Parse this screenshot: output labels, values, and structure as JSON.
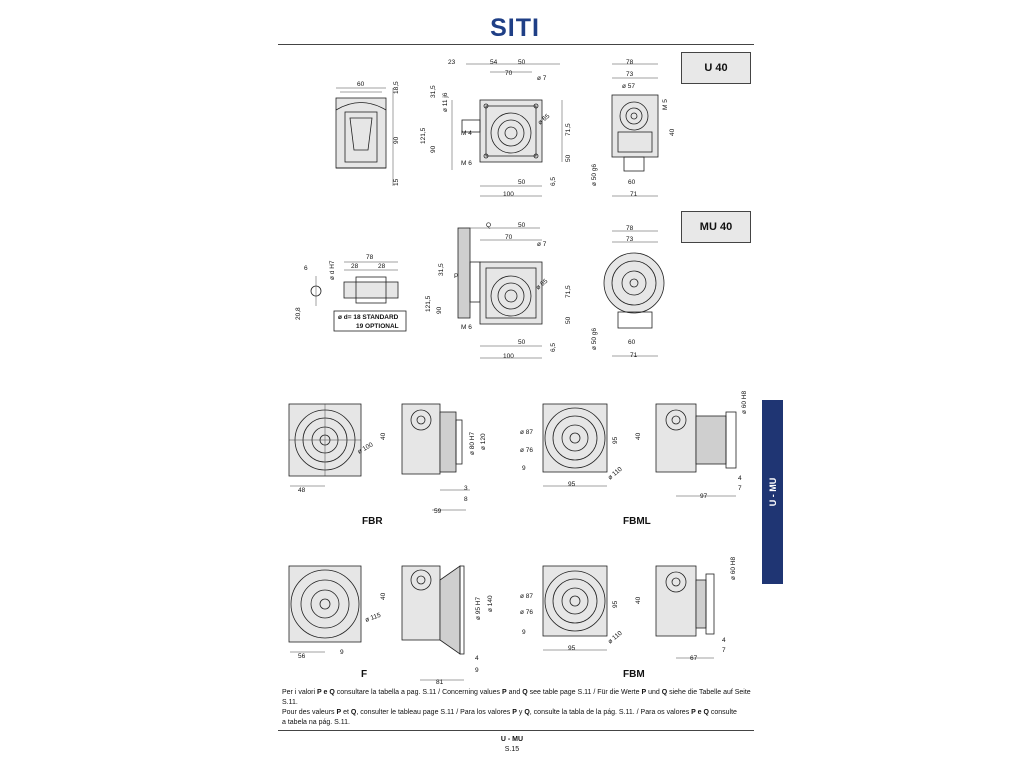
{
  "header": {
    "logo": "SITI"
  },
  "labels": {
    "u40": "U 40",
    "mu40": "MU 40"
  },
  "side_tab": "U - MU",
  "figures": {
    "fbr": "FBR",
    "fbml": "FBML",
    "f": "F",
    "fbm": "FBM"
  },
  "insert": {
    "line1": "ø d= 18 STANDARD",
    "line2": "19 OPTIONAL"
  },
  "note": {
    "p1a": "Per i valori ",
    "pq_bold1": "P e Q",
    "p1b": " consultare la tabella a pag. S.11 / Concerning values ",
    "pq_bold2": "P",
    "p1c": " and ",
    "pq_bold3": "Q",
    "p1d": " see table page S.11 / Für die Werte ",
    "pq_bold4": "P",
    "p1e": " und ",
    "pq_bold5": "Q",
    "p1f": " siehe die Tabelle auf Seite S.11.",
    "p2a": "Pour des valeurs ",
    "pq_bold6": "P",
    "p2b": " et ",
    "pq_bold7": "Q",
    "p2c": ", consulter le tableau page S.11 / Para los valores ",
    "pq_bold8": "P",
    "p2d": " y ",
    "pq_bold9": "Q",
    "p2e": ", consulte la tabla de la pág. S.11. / Para os valores ",
    "pq_bold10": "P e Q",
    "p2f": " consulte",
    "p3": "a tabela na pág. S.11."
  },
  "footer": {
    "title": "U - MU",
    "page": "S.15"
  },
  "dims": {
    "u40_side_top": "60",
    "u40_side_h1": "18,5",
    "u40_side_h2": "90",
    "u40_side_h3": "15",
    "u40_f_23": "23",
    "u40_f_54": "54",
    "u40_f_50": "50",
    "u40_f_70": "70",
    "u40_f_o7": "ø 7",
    "u40_f_315": "31,5",
    "u40_f_o11": "ø 11 j6",
    "u40_f_1215": "121,5",
    "u40_f_90": "90",
    "u40_f_m4": "M 4",
    "u40_f_o65": "ø 65",
    "u40_f_715": "71,5",
    "u40_f_m6": "M 6",
    "u40_f_50b": "50",
    "u40_f_50c": "50",
    "u40_f_65": "6,5",
    "u40_f_100": "100",
    "u40_e_78": "78",
    "u40_e_73": "73",
    "u40_e_o57": "ø 57",
    "u40_e_m5": "M 5",
    "u40_e_40": "40",
    "u40_e_o50": "ø 50 g6",
    "u40_e_60": "60",
    "u40_e_71": "71",
    "mu40_k_78": "78",
    "mu40_k_28a": "28",
    "mu40_k_28b": "28",
    "mu40_k_6": "6",
    "mu40_k_od": "ø d H7",
    "mu40_k_208": "20,8",
    "mu40_f_q": "Q",
    "mu40_f_50": "50",
    "mu40_f_70": "70",
    "mu40_f_o7": "ø 7",
    "mu40_f_315": "31,5",
    "mu40_f_p": "P",
    "mu40_f_1215": "121,5",
    "mu40_f_90": "90",
    "mu40_f_o65": "ø 65",
    "mu40_f_715": "71,5",
    "mu40_f_m6": "M 6",
    "mu40_f_50b": "50",
    "mu40_f_50c": "50",
    "mu40_f_65": "6,5",
    "mu40_f_100": "100",
    "mu40_e_78": "78",
    "mu40_e_73": "73",
    "mu40_e_o50": "ø 50 g6",
    "mu40_e_60": "60",
    "mu40_e_71": "71",
    "fbr_o100": "ø 100",
    "fbr_48": "48",
    "fbr_40": "40",
    "fbr_o80": "ø 80 H7",
    "fbr_o120": "ø 120",
    "fbr_3": "3",
    "fbr_8": "8",
    "fbr_59": "59",
    "fbml_o87": "ø 87",
    "fbml_o76": "ø 76",
    "fbml_9": "9",
    "fbml_95a": "95",
    "fbml_95b": "95",
    "fbml_o110": "ø 110",
    "fbml_40": "40",
    "fbml_o60": "ø 60 H8",
    "fbml_4": "4",
    "fbml_7": "7",
    "fbml_97": "97",
    "f_o115": "ø 115",
    "f_9": "9",
    "f_56": "56",
    "f_40": "40",
    "f_o95": "ø 95 H7",
    "f_o140": "ø 140",
    "f_4": "4",
    "f_9b": "9",
    "f_81": "81",
    "fbm_o87": "ø 87",
    "fbm_o76": "ø 76",
    "fbm_9": "9",
    "fbm_95a": "95",
    "fbm_95b": "95",
    "fbm_o110": "ø 110",
    "fbm_40": "40",
    "fbm_o60": "ø 60 H8",
    "fbm_4": "4",
    "fbm_7": "7",
    "fbm_67": "67"
  }
}
